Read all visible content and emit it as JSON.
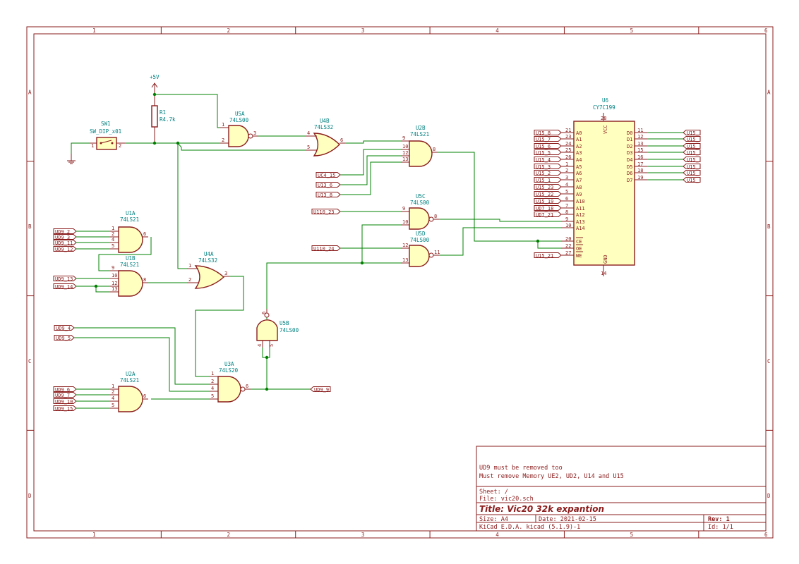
{
  "frame": {
    "columns": [
      "1",
      "2",
      "3",
      "4",
      "5",
      "6"
    ],
    "rows": [
      "A",
      "B",
      "C",
      "D"
    ]
  },
  "title_block": {
    "comment1": "UD9 must be removed too",
    "comment2": "Must remove Memory UE2, UD2, U14 and U15",
    "sheet": "Sheet: /",
    "file": "File: vic20.sch",
    "title": "Title: Vic20 32k expantion",
    "size": "Size: A4",
    "date": "Date: 2021-02-15",
    "rev": "Rev: 1",
    "tool": "KiCad E.D.A.  kicad (5.1.9)-1",
    "id": "Id: 1/1"
  },
  "power": {
    "name": "+5V"
  },
  "components": {
    "r1": {
      "ref": "R1",
      "value": "R4.7k"
    },
    "sw1": {
      "ref": "SW1",
      "value": "SW_DIP_x01",
      "pin1": "1",
      "pin2": "2"
    },
    "u5a": {
      "ref": "U5A",
      "value": "74LS00",
      "pins": [
        "1",
        "2",
        "3"
      ]
    },
    "u4b": {
      "ref": "U4B",
      "value": "74LS32",
      "pins": [
        "4",
        "5",
        "6"
      ]
    },
    "u2b": {
      "ref": "U2B",
      "value": "74LS21",
      "pins": [
        "9",
        "10",
        "12",
        "13",
        "8"
      ]
    },
    "u5c": {
      "ref": "U5C",
      "value": "74LS00",
      "pins": [
        "9",
        "10",
        "8"
      ]
    },
    "u5d": {
      "ref": "U5D",
      "value": "74LS00",
      "pins": [
        "12",
        "13",
        "11"
      ]
    },
    "u1a": {
      "ref": "U1A",
      "value": "74LS21",
      "pins": [
        "1",
        "2",
        "4",
        "5",
        "6"
      ]
    },
    "u1b": {
      "ref": "U1B",
      "value": "74LS21",
      "pins": [
        "9",
        "10",
        "12",
        "13",
        "8"
      ]
    },
    "u4a": {
      "ref": "U4A",
      "value": "74LS32",
      "pins": [
        "1",
        "2",
        "3"
      ]
    },
    "u5b": {
      "ref": "U5B",
      "value": "74LS00",
      "pins": [
        "6",
        "4",
        "5"
      ]
    },
    "u3a": {
      "ref": "U3A",
      "value": "74LS20",
      "pins": [
        "1",
        "2",
        "4",
        "5",
        "6"
      ]
    },
    "u2a": {
      "ref": "U2A",
      "value": "74LS21",
      "pins": [
        "1",
        "2",
        "4",
        "5",
        "6"
      ]
    },
    "u6": {
      "ref": "U6",
      "value": "CY7C199",
      "vcc": "VCC",
      "vcc_pin": "28",
      "gnd": "GND",
      "gnd_pin": "14",
      "left_pins": [
        {
          "num": "21",
          "name": "A0"
        },
        {
          "num": "23",
          "name": "A1"
        },
        {
          "num": "24",
          "name": "A2"
        },
        {
          "num": "25",
          "name": "A3"
        },
        {
          "num": "26",
          "name": "A4"
        },
        {
          "num": "1",
          "name": "A5"
        },
        {
          "num": "2",
          "name": "A6"
        },
        {
          "num": "3",
          "name": "A7"
        },
        {
          "num": "4",
          "name": "A8"
        },
        {
          "num": "5",
          "name": "A9"
        },
        {
          "num": "6",
          "name": "A10"
        },
        {
          "num": "7",
          "name": "A11"
        },
        {
          "num": "8",
          "name": "A12"
        },
        {
          "num": "9",
          "name": "A13"
        },
        {
          "num": "10",
          "name": "A14"
        },
        {
          "num": "20",
          "name": "CE"
        },
        {
          "num": "22",
          "name": "OE"
        },
        {
          "num": "27",
          "name": "WE"
        }
      ],
      "right_pins": [
        {
          "num": "11",
          "name": "D0"
        },
        {
          "num": "12",
          "name": "D1"
        },
        {
          "num": "13",
          "name": "D2"
        },
        {
          "num": "15",
          "name": "D3"
        },
        {
          "num": "16",
          "name": "D4"
        },
        {
          "num": "17",
          "name": "D5"
        },
        {
          "num": "18",
          "name": "D6"
        },
        {
          "num": "19",
          "name": "D7"
        }
      ]
    }
  },
  "net_labels": {
    "u6_addr": [
      "U15_8",
      "U15_7",
      "U15_6",
      "U15_5",
      "U15_4",
      "U15_3",
      "U15_2",
      "U15_1",
      "U15_23",
      "U15_22",
      "U15_19",
      "UD7_18",
      "UD7_21"
    ],
    "u6_we": "U15_21",
    "u6_data": [
      "U15_",
      "U15_",
      "U15_",
      "U15_",
      "U15_",
      "U15_",
      "U15_",
      "U15_"
    ],
    "u2b_in": [
      "UC4_15",
      "U13_6",
      "U13_8"
    ],
    "u5c_in": "U110_23",
    "u5d_in": "U110_24",
    "u1a_in": [
      "UD9_2",
      "UD9_3",
      "UD9_11",
      "UD9_12"
    ],
    "u1b_in": [
      "UD9_13",
      "UD9_14"
    ],
    "u3a_in": [
      "UD9_4",
      "UD9_5"
    ],
    "u2a_in": [
      "UD9_6",
      "UD9_7",
      "UD9_10",
      "UD9_15"
    ],
    "out": "UD9_9"
  }
}
